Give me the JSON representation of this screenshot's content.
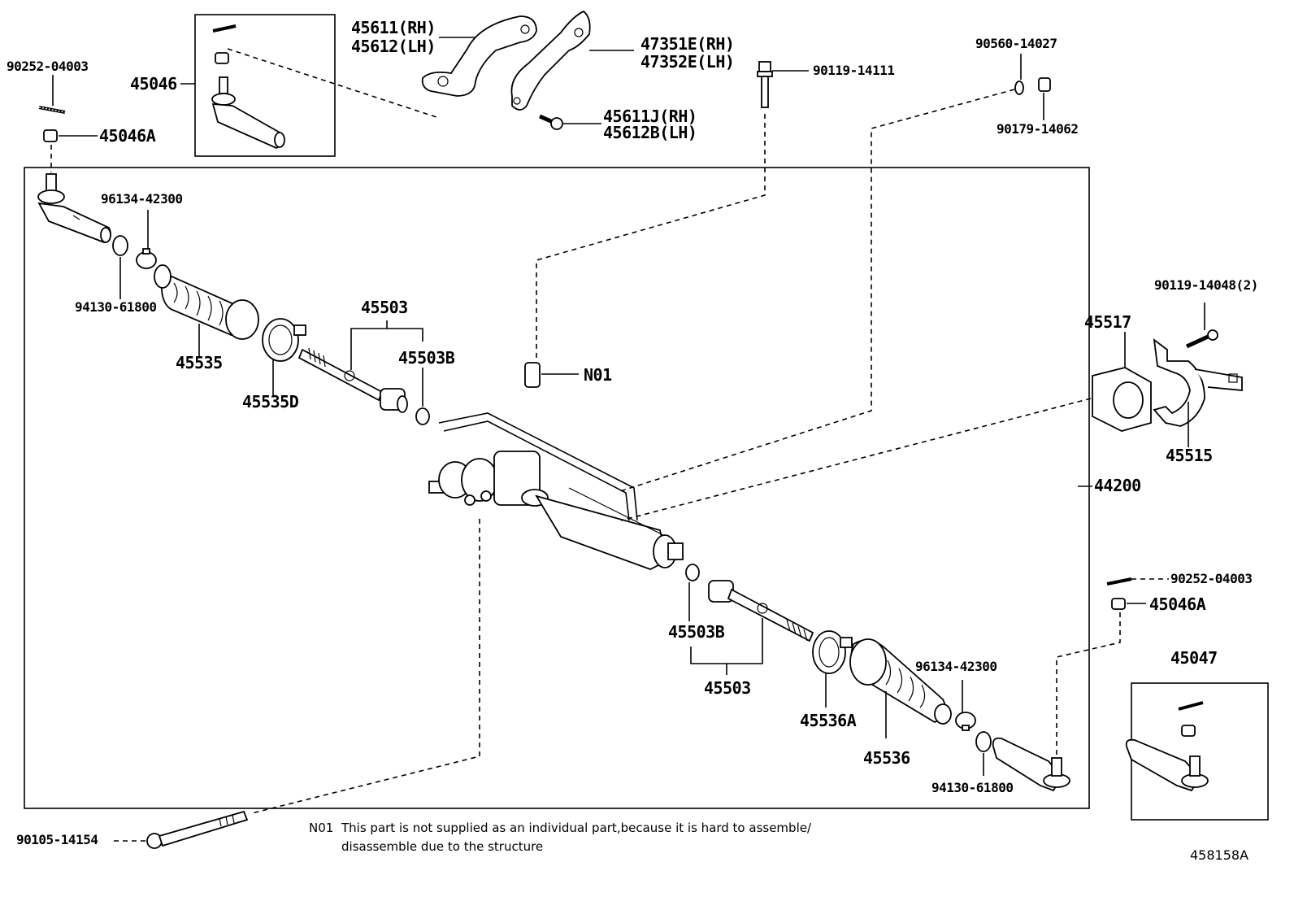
{
  "labels": {
    "p90252_top": "90252-04003",
    "p45046A_top": "45046A",
    "p45046": "45046",
    "p45611": "45611(RH)",
    "p45612": "45612(LH)",
    "p47351E": "47351E(RH)",
    "p47352E": "47352E(LH)",
    "p45611J": "45611J(RH)",
    "p45612B": "45612B(LH)",
    "p90119_14111": "90119-14111",
    "p90560": "90560-14027",
    "p90179": "90179-14062",
    "p96134_left": "96134-42300",
    "p94130_left": "94130-61800",
    "p45535": "45535",
    "p45535D": "45535D",
    "p45503_top": "45503",
    "p45503B_top": "45503B",
    "pN01": "N01",
    "p90119_14048": "90119-14048(2)",
    "p45517": "45517",
    "p45515": "45515",
    "p44200": "44200",
    "p90252_right": "90252-04003",
    "p45046A_right": "45046A",
    "p45047": "45047",
    "p45503B_bot": "45503B",
    "p45503_bot": "45503",
    "p96134_right": "96134-42300",
    "p45536A": "45536A",
    "p45536": "45536",
    "p94130_right": "94130-61800",
    "p90105": "90105-14154"
  },
  "note": {
    "code": "N01",
    "line1": "This part is not supplied as an individual part,because it is hard to assemble/",
    "line2": "disassemble due to the structure"
  },
  "diagram_ref": "458158A"
}
